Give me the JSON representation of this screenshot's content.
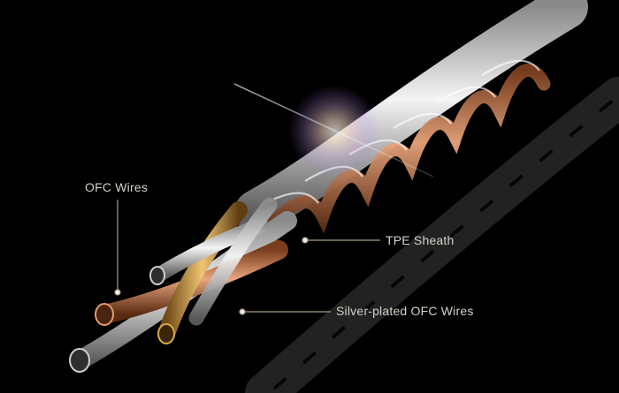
{
  "labels": {
    "ofc_wires": "OFC Wires",
    "tpe_sheath": "TPE Sheath",
    "silver_plated_ofc_wires": "Silver-plated OFC Wires"
  },
  "colors": {
    "background": "#000000",
    "label_text": "#d6d2c8",
    "leader_line": "#a89e86",
    "copper": "#c9764a",
    "gold": "#c99a45",
    "silver": "#d9d9d9"
  }
}
